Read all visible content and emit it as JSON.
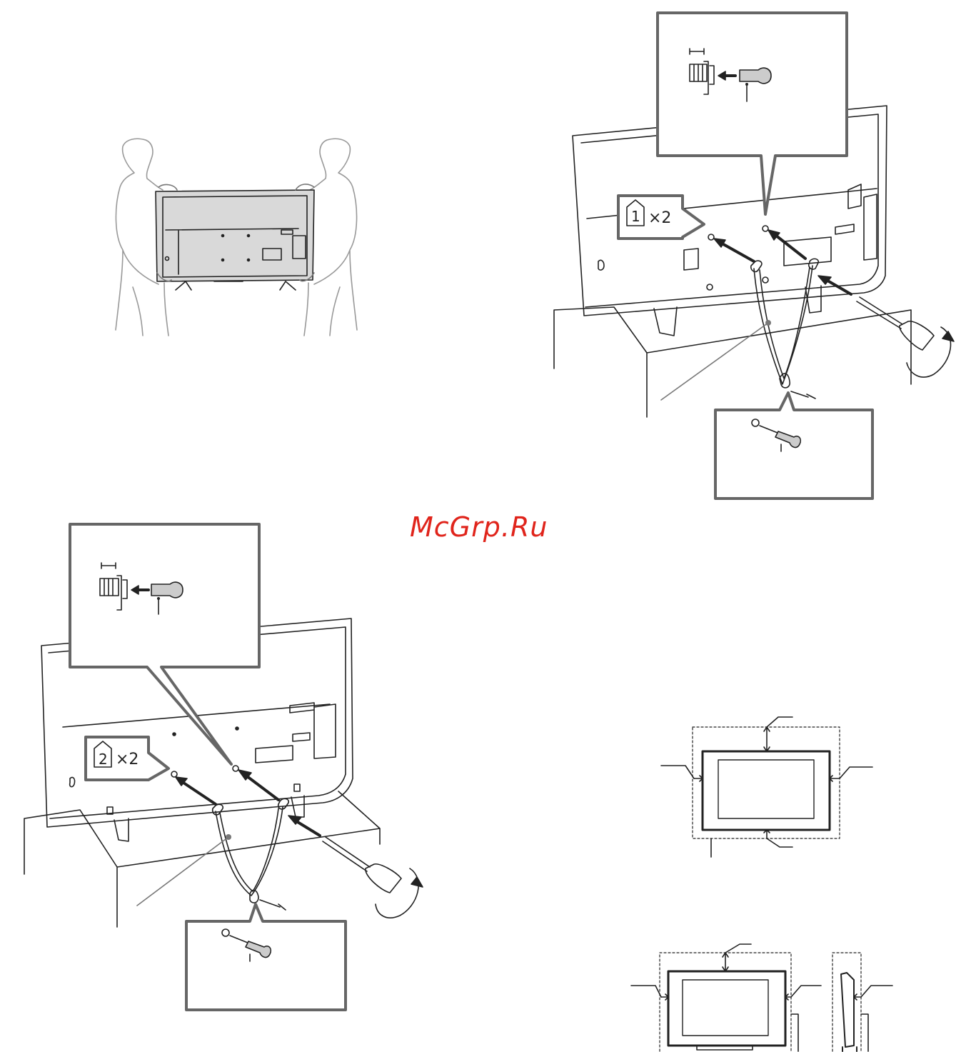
{
  "watermark": "McGrp.Ru",
  "steps": [
    {
      "digit": "1",
      "multiplier": "×2"
    },
    {
      "digit": "2",
      "multiplier": "×2"
    }
  ]
}
